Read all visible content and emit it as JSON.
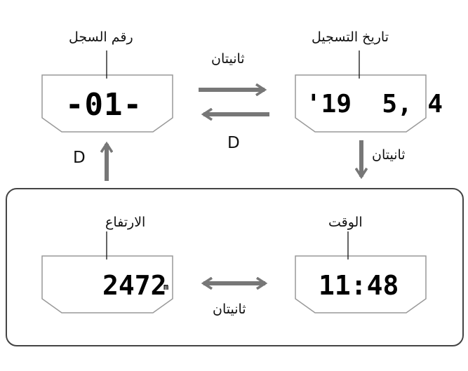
{
  "screens": {
    "record_number": {
      "label": "رقم السجل",
      "display": "-01-"
    },
    "record_date": {
      "label": "تاريخ التسجيل",
      "display": "'19  5, 4"
    },
    "time": {
      "label": "الوقت",
      "display": "11:48"
    },
    "altitude": {
      "label": "الارتفاع",
      "display": "2472",
      "unit": "m"
    }
  },
  "transitions": {
    "top_forward": "ثانيتان",
    "top_back": "D",
    "right_down": "ثانيتان",
    "left_up": "D",
    "bottom": "ثانيتان"
  },
  "colors": {
    "arrow": "#777777",
    "outline": "#999999"
  }
}
